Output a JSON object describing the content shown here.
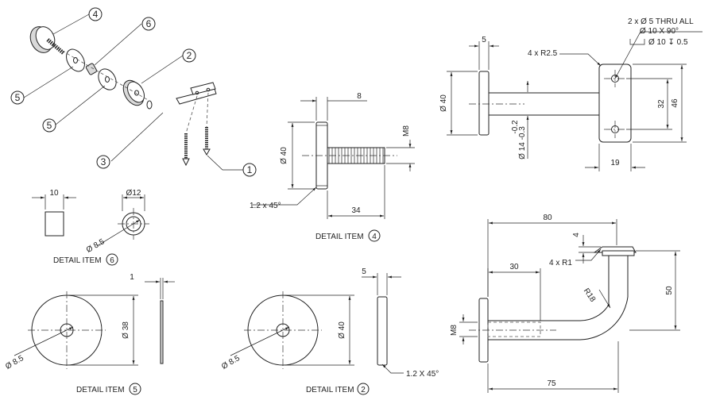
{
  "exploded": {
    "balloons": [
      "4",
      "6",
      "2",
      "5",
      "5",
      "3",
      "1"
    ]
  },
  "item4": {
    "caption": "DETAIL ITEM",
    "item_no": "4",
    "dim_thread": "8",
    "dim_m": "M8",
    "dim_dia": "Ø 40",
    "dim_chamfer": "1.2 x 45°",
    "dim_length": "34"
  },
  "item6": {
    "caption": "DETAIL ITEM",
    "item_no": "6",
    "dim_len": "10",
    "dim_od": "Ø12",
    "dim_id": "Ø 8.5"
  },
  "item5": {
    "caption": "DETAIL ITEM",
    "item_no": "5",
    "dim_thk": "1",
    "dim_od": "Ø 38",
    "dim_id": "Ø 8.5"
  },
  "item2": {
    "caption": "DETAIL ITEM",
    "item_no": "2",
    "dim_thk": "5",
    "dim_od": "Ø 40",
    "dim_id": "Ø 8.5",
    "dim_chamfer": "1.2 X 45°"
  },
  "bracket": {
    "hole_note_1": "2 x Ø 5 THRU ALL",
    "hole_note_2": "Ø 10 X 90°",
    "hole_note_3": "Ø 10 ↧ 0.5",
    "dim_plate_thk": "5",
    "dim_corner_r": "4 x R2.5",
    "dim_dia40": "Ø 40",
    "dim_tol_upper": "-0.2",
    "dim_tol_main": "Ø 14 -0.3",
    "dim_hole_spacing": "32",
    "dim_plate_height": "46",
    "dim_plate_width": "19"
  },
  "assembly": {
    "dim_top": "80",
    "dim_thk": "4",
    "dim_r1": "4 x R1",
    "dim_thread_len": "30",
    "dim_bend_r": "R18",
    "dim_height": "50",
    "dim_m8": "M8",
    "dim_bottom": "75"
  }
}
